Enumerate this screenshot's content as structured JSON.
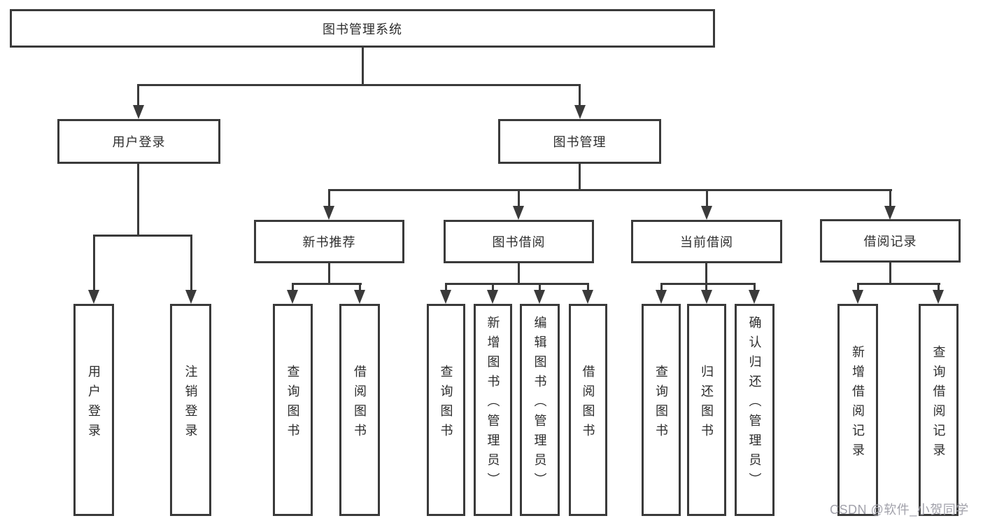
{
  "diagram": {
    "title_node": {
      "label": "图书管理系统"
    },
    "level2": [
      {
        "label": "用户登录"
      },
      {
        "label": "图书管理"
      }
    ],
    "level3": [
      {
        "label": "新书推荐"
      },
      {
        "label": "图书借阅"
      },
      {
        "label": "当前借阅"
      },
      {
        "label": "借阅记录"
      }
    ],
    "leaves": {
      "user_login": [
        {
          "label": "用户登录"
        },
        {
          "label": "注销登录"
        }
      ],
      "new_book": [
        {
          "label": "查询图书"
        },
        {
          "label": "借阅图书"
        }
      ],
      "book_borrow": [
        {
          "label": "查询图书"
        },
        {
          "label": "新增图书（管理员）"
        },
        {
          "label": "编辑图书（管理员）"
        },
        {
          "label": "借阅图书"
        }
      ],
      "current_borrow": [
        {
          "label": "查询图书"
        },
        {
          "label": "归还图书"
        },
        {
          "label": "确认归还（管理员）"
        }
      ],
      "borrow_record": [
        {
          "label": "新增借阅记录"
        },
        {
          "label": "查询借阅记录"
        }
      ]
    }
  },
  "watermark": {
    "text": "CSDN @软件_小贺同学"
  },
  "colors": {
    "line": "#3a3a3a",
    "text": "#2d2d2d",
    "watermark": "#a2a2ab",
    "background": "#ffffff"
  }
}
